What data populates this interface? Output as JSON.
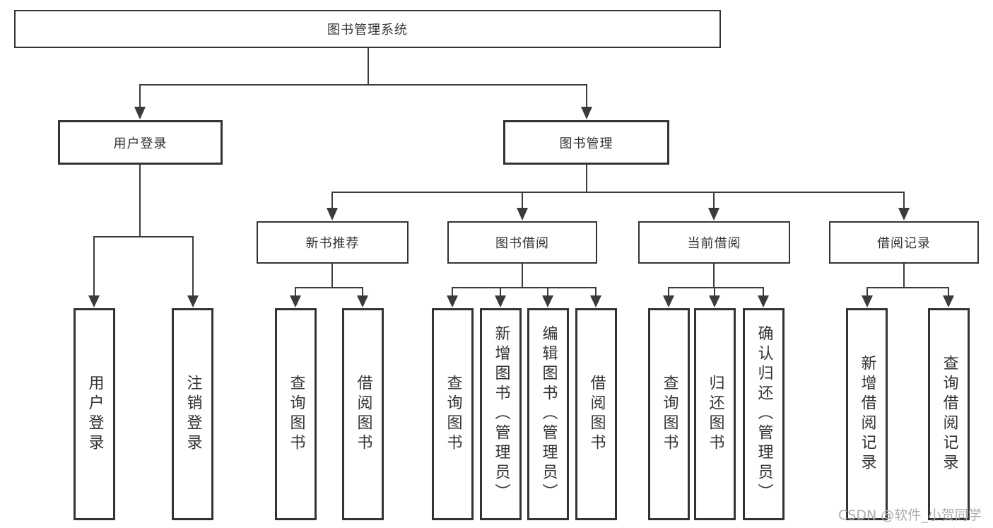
{
  "diagram": {
    "root": "图书管理系统",
    "level2": [
      "用户登录",
      "图书管理"
    ],
    "level3": [
      "新书推荐",
      "图书借阅",
      "当前借阅",
      "借阅记录"
    ],
    "leaves": [
      "用户登录",
      "注销登录",
      "查询图书",
      "借阅图书",
      "查询图书",
      "新增图书（管理员）",
      "编辑图书（管理员）",
      "借阅图书",
      "查询图书",
      "归还图书",
      "确认归还（管理员）",
      "新增借阅记录",
      "查询借阅记录"
    ],
    "colors": {
      "line": "#3b3b3b",
      "text": "#333333",
      "watermark": "#adadad"
    },
    "watermark": "CSDN @软件_小贺同学"
  }
}
